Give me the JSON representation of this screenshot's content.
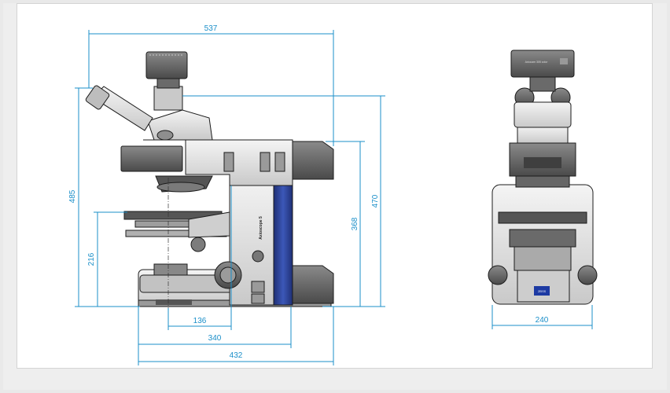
{
  "dimensions": {
    "total_width": "537",
    "total_height": "485",
    "stage_height": "216",
    "height_to_eyepiece": "470",
    "height_to_arm": "368",
    "depth_136": "136",
    "depth_340": "340",
    "base_432": "432",
    "front_width": "240"
  },
  "labels": {
    "model_name": "Axioscope 5",
    "camera_label": "Axiocam 305 color",
    "brand": "ZEISS"
  },
  "colors": {
    "dimension_line": "#1b8fc9",
    "body_gray": "#d8d8d8",
    "dark_gray": "#6e6e6e",
    "blue_panel": "#2a3f8f"
  }
}
